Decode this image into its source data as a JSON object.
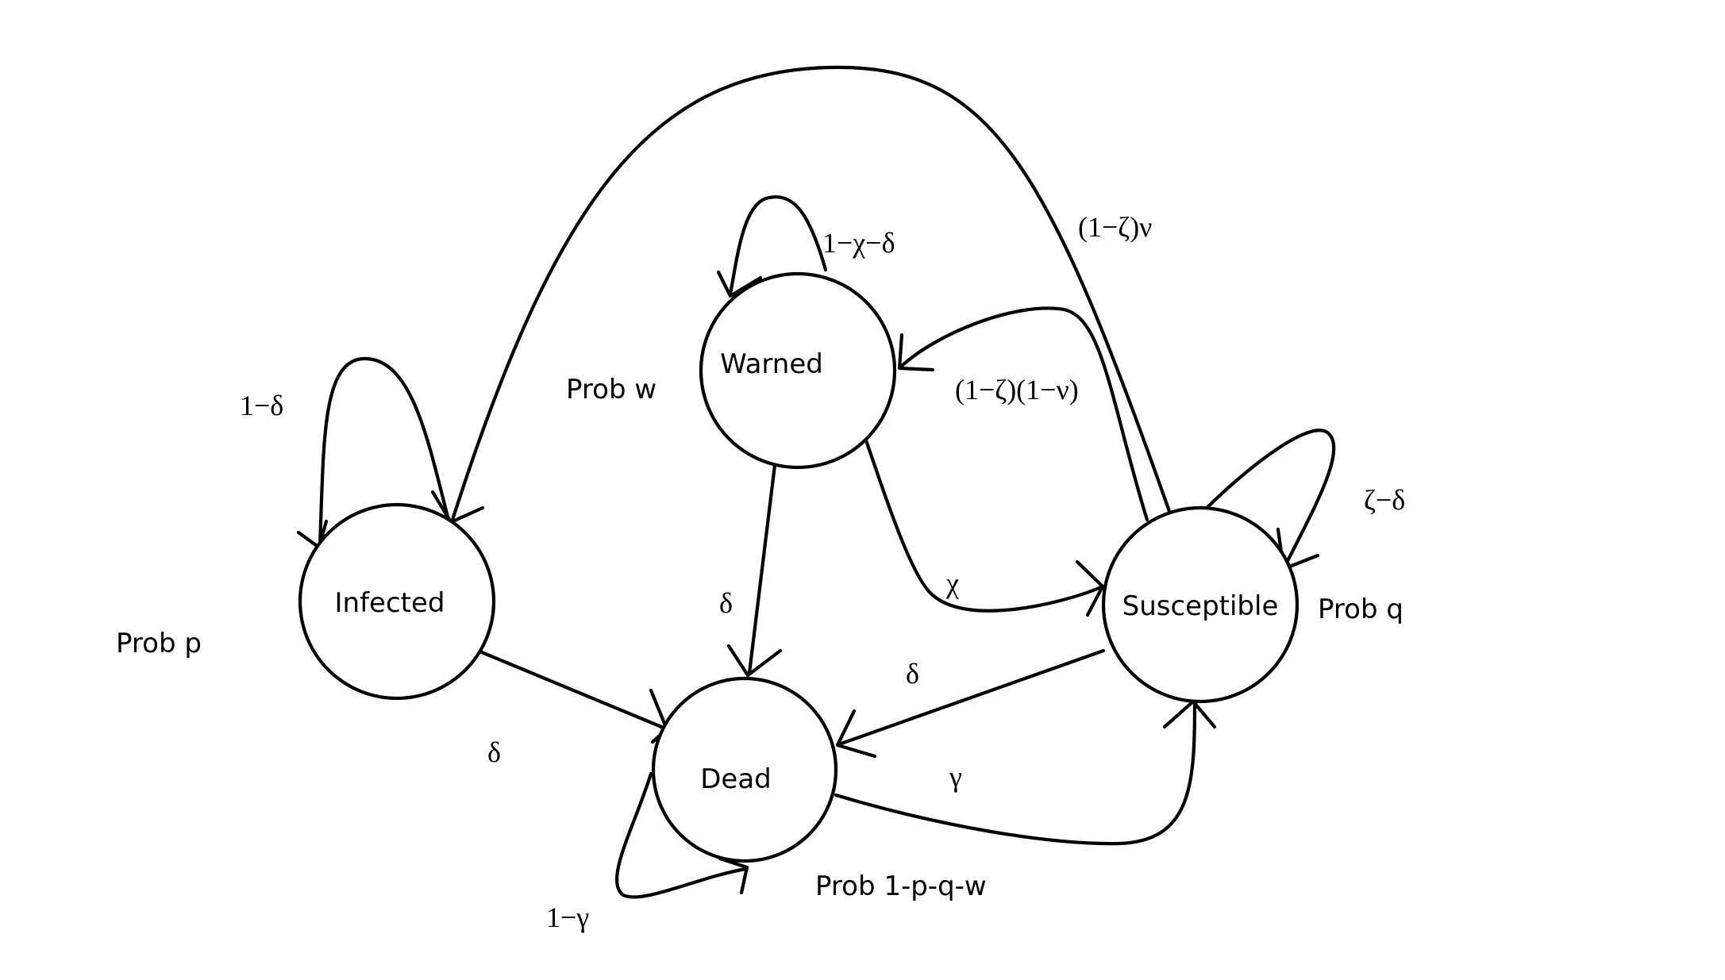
{
  "states": {
    "warned": "Warned",
    "infected": "Infected",
    "susceptible": "Susceptible",
    "dead": "Dead"
  },
  "probabilities": {
    "infected": "Prob p",
    "warned": "Prob w",
    "susceptible": "Prob q",
    "dead": "Prob 1-p-q-w"
  },
  "transitions": {
    "warned_self": "1−χ−δ",
    "infected_self": "1−δ",
    "susceptible_self": "ζ−δ",
    "dead_self": "1−γ",
    "susceptible_to_infected": "(1−ζ)ν",
    "susceptible_to_warned": "(1−ζ)(1−ν)",
    "warned_to_susceptible": "χ",
    "warned_to_dead": "δ",
    "infected_to_dead": "δ",
    "susceptible_to_dead": "δ",
    "dead_to_susceptible": "γ"
  },
  "colors": {
    "ink": "#000000",
    "background": "#ffffff"
  }
}
